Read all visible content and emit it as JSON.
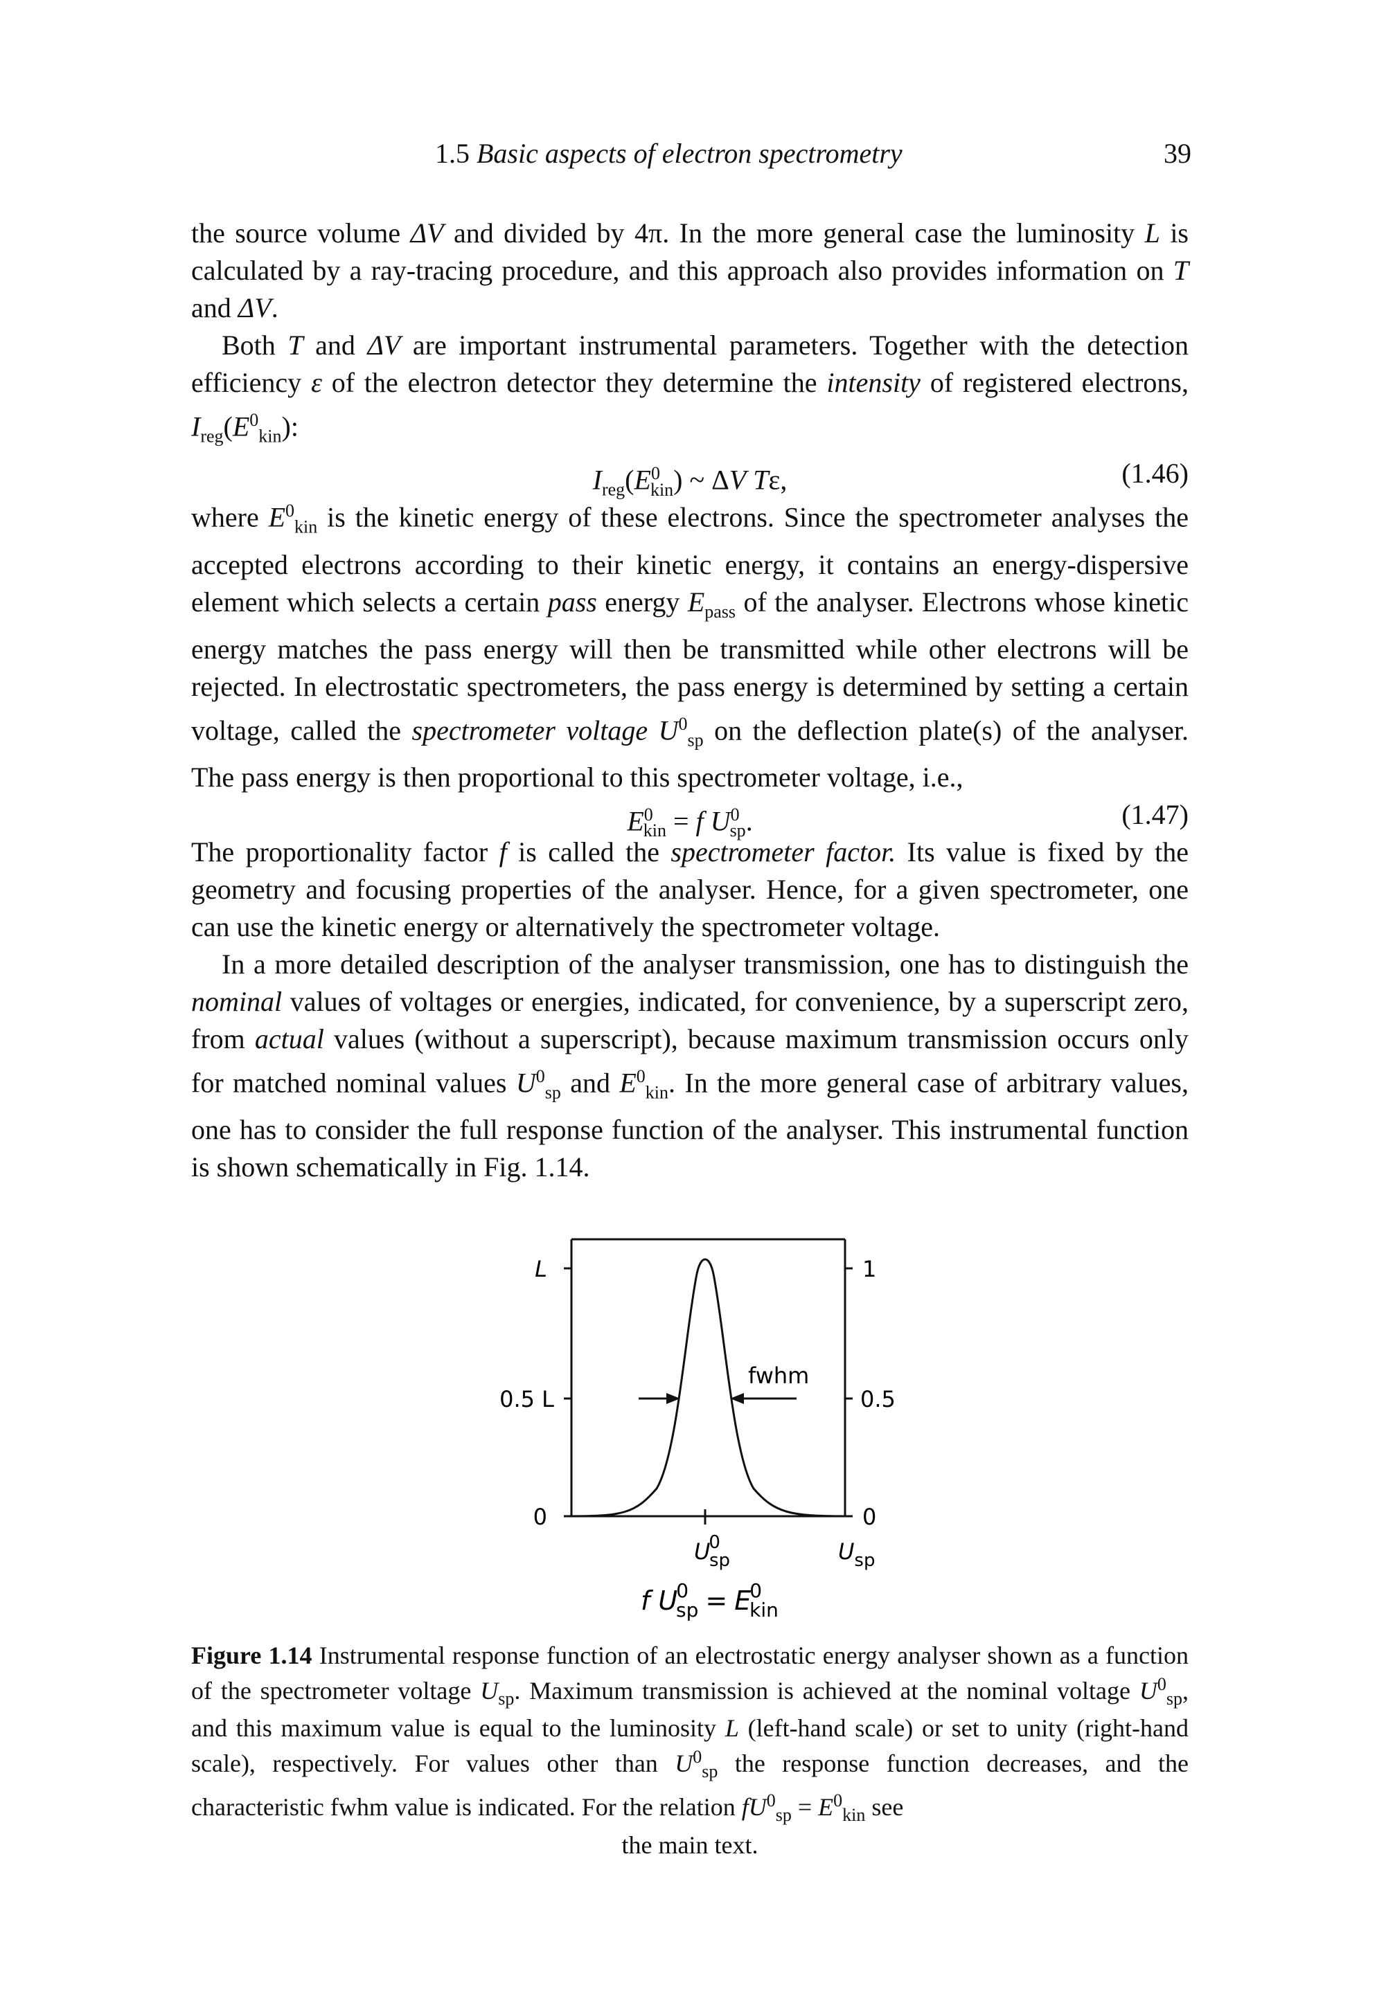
{
  "header": {
    "section": "1.5",
    "title": "Basic aspects of electron spectrometry",
    "page_number": "39"
  },
  "paragraphs": {
    "p1": {
      "a": "the source volume ",
      "b": "ΔV",
      "c": " and divided by 4π. In the more general case the luminosity ",
      "d": "L",
      "e": " is calculated by a ray-tracing procedure, and this approach also provides information on ",
      "f": "T",
      "g": " and ",
      "h": "ΔV",
      "i": "."
    },
    "p2": {
      "a": "Both ",
      "b": "T",
      "c": " and ",
      "d": "ΔV",
      "e": " are important instrumental parameters. Together with the detection efficiency ",
      "f": "ε",
      "g": " of the electron detector they determine the ",
      "h": "intensity",
      "i": " of registered electrons, ",
      "j": "I",
      "k": "reg",
      "l": "(",
      "m": "E",
      "n": "0",
      "o": "kin",
      "p": "):"
    },
    "eq46": {
      "body": "I<sub>reg</sub>(E<sup>0</sup><sub>kin</sub>) ~ ΔV Tε,",
      "number": "(1.46)"
    },
    "p3": {
      "a": "where ",
      "b": "E",
      "c": "0",
      "d": "kin",
      "e": " is the kinetic energy of these electrons. Since the spectrometer analyses the accepted electrons according to their kinetic energy, it contains an energy-dispersive element which selects a certain ",
      "f": "pass",
      "g": " energy ",
      "h": "E",
      "i": "pass",
      "j": " of the analyser. Electrons whose kinetic energy matches the pass energy will then be transmitted while other electrons will be rejected. In electrostatic spectrometers, the pass energy is determined by setting a certain voltage, called the ",
      "k": "spectrometer voltage",
      "l": " U",
      "m": "0",
      "n": "sp",
      "o": " on the deflection plate(s) of the analyser. The pass energy is then proportional to this spectrometer voltage, i.e.,"
    },
    "eq47": {
      "number": "(1.47)"
    },
    "p4": {
      "a": "The proportionality factor ",
      "b": "f",
      "c": " is called the ",
      "d": "spectrometer factor.",
      "e": " Its value is fixed by the geometry and focusing properties of the analyser. Hence, for a given spectrometer, one can use the kinetic energy or alternatively the spectrometer voltage."
    },
    "p5": {
      "a": "In a more detailed description of the analyser transmission, one has to distinguish the ",
      "b": "nominal",
      "c": " values of voltages or energies, indicated, for convenience, by a superscript zero, from ",
      "d": "actual",
      "e": " values (without a superscript), because maximum transmission occurs only for matched nominal values ",
      "f": "U",
      "g": "0",
      "h": "sp",
      "i": " and ",
      "j": "E",
      "k": "0",
      "l": "kin",
      "m": ". In the more general case of arbitrary values, one has to consider the full response function of the analyser. This instrumental function is shown schematically in Fig. 1.14."
    }
  },
  "figure": {
    "left_axis": {
      "top": "L",
      "mid": "0.5 L",
      "bottom": "0"
    },
    "right_axis": {
      "top": "1",
      "mid": "0.5",
      "bottom": "0"
    },
    "fwhm_label": "fwhm",
    "x_nominal_label": "U",
    "x_nominal_sup": "0",
    "x_nominal_sub": "sp",
    "x_axis_label": "U",
    "x_axis_sub": "sp",
    "relation": {
      "f": "f",
      "U": "U",
      "U_sup": "0",
      "U_sub": "sp",
      "eq": "=",
      "E": "E",
      "E_sup": "0",
      "E_sub": "kin"
    }
  },
  "caption": {
    "label": "Figure 1.14",
    "a": " Instrumental response function of an electrostatic energy analyser shown as a function of the spectrometer voltage ",
    "b": "U",
    "c": "sp",
    "d": ". Maximum transmission is achieved at the nominal voltage ",
    "e": "U",
    "f": "0",
    "g": "sp",
    "h": ", and this maximum value is equal to the luminosity ",
    "i": "L",
    "j": " (left-hand scale) or set to unity (right-hand scale), respectively. For values other than ",
    "k": "U",
    "l": "0",
    "m": "sp",
    "n": " the response function decreases, and the characteristic fwhm value is indicated. For the relation ",
    "o": "fU",
    "p": "0",
    "q": "sp",
    "r": " = ",
    "s": "E",
    "t": "0",
    "u": "kin",
    "v": " see",
    "last_line": "the main text."
  }
}
